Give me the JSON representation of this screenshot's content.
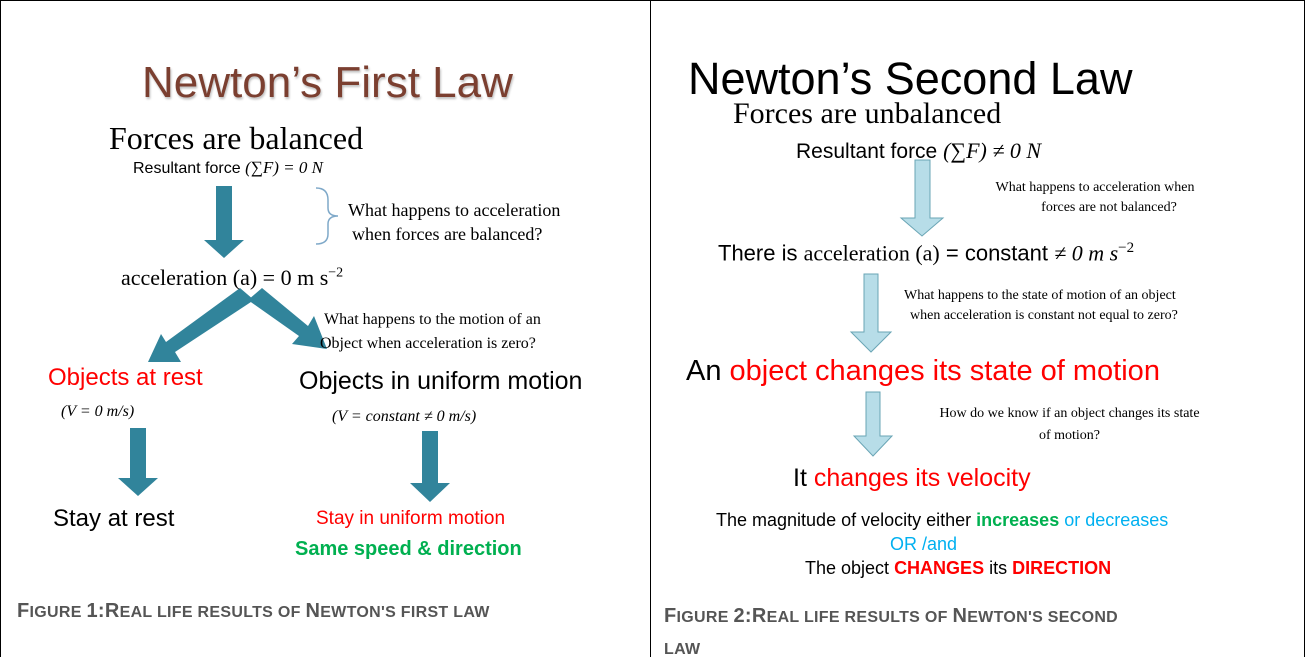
{
  "left_panel": {
    "title": "Newton’s First Law",
    "forces_label": "Forces are balanced",
    "resultant_prefix": "Resultant force ",
    "resultant_math": "(∑F) = 0 N",
    "question_1_line_1": "What happens to acceleration",
    "question_1_line_2": "when forces are balanced?",
    "acceleration_text": "acceleration (a) = 0 m s",
    "acceleration_exp": "−2",
    "question_2_line_1": "What happens to the motion of an",
    "question_2_line_2": "Object when acceleration is zero?",
    "rest_label": "Objects at rest",
    "rest_math": "(V = 0 m/s)",
    "uniform_label": "Objects in uniform motion",
    "uniform_math": "(V = constant  ≠ 0 m/s)",
    "stay_rest": "Stay at rest",
    "stay_uniform": "Stay in uniform motion",
    "same_speed": "Same speed & direction",
    "caption_parts": [
      "F",
      "IGURE ",
      "1:R",
      "EAL LIFE RESULTS OF ",
      "N",
      "EWTON'S FIRST LAW"
    ]
  },
  "right_panel": {
    "title": "Newton’s Second Law",
    "forces_label": "Forces are unbalanced",
    "resultant_prefix": "Resultant force ",
    "resultant_math": "(∑F) ≠ 0 N",
    "question_1_line_1": "What happens to acceleration when",
    "question_1_line_2": "forces are not balanced?",
    "accel_prefix": "There is ",
    "accel_word": "acceleration (a)",
    "accel_mid": " = constant ",
    "accel_math": "≠ 0 m s",
    "accel_exp": "−2",
    "question_2_line_1": "What happens to the state of motion of an object",
    "question_2_line_2": "when acceleration is constant not equal to zero?",
    "changes_prefix": "An ",
    "changes_red": "object changes its state of motion",
    "question_3_line_1": "How do we know if an object changes its state",
    "question_3_line_2": "of motion?",
    "velocity_prefix": "It ",
    "velocity_red": "changes its velocity",
    "magnitude_prefix": "The magnitude of velocity either ",
    "magnitude_green": "increases",
    "magnitude_blue": " or decreases",
    "or_and": "OR /and",
    "direction_prefix": "The object ",
    "direction_changes": "CHANGES",
    "direction_its": " its ",
    "direction_word": "DIRECTION",
    "caption_line_1_parts": [
      "F",
      "IGURE ",
      "2:R",
      "EAL LIFE RESULTS OF ",
      "N",
      "EWTON'S SECOND"
    ],
    "caption_line_2_parts": [
      "LAW"
    ]
  },
  "colors": {
    "title_left": "#7b3f30",
    "arrow_teal": "#31849b",
    "arrow_light_fill": "#b7dde8",
    "arrow_light_stroke": "#6aa5b5",
    "bracket": "#7fa9c9",
    "red": "#ff0000",
    "green": "#00b050",
    "blue": "#00b0f0",
    "caption": "#555555"
  }
}
